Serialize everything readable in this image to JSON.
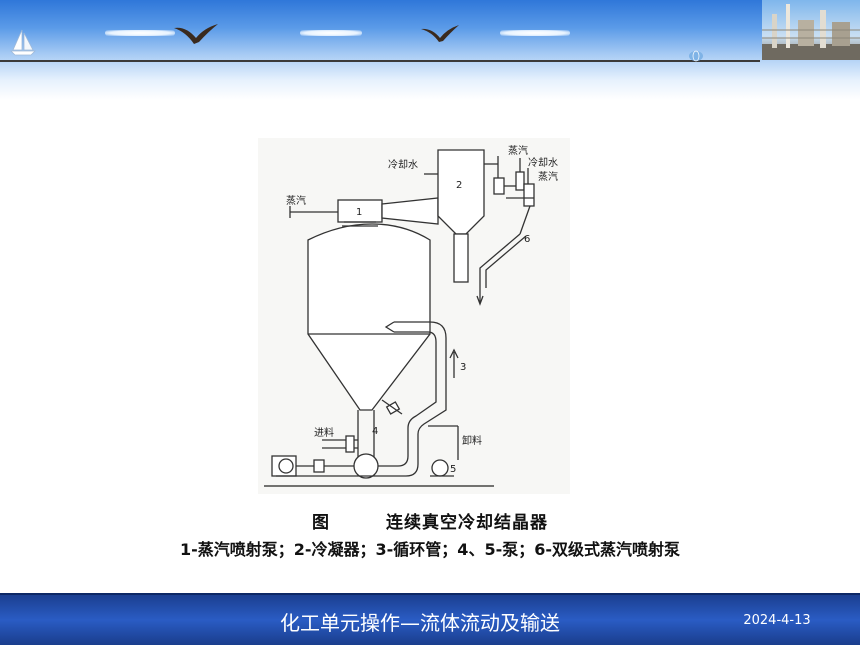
{
  "figure": {
    "labels": {
      "steam_left": "蒸汽",
      "cooling_water_left": "冷却水",
      "steam_right_top": "蒸汽",
      "cooling_water_right": "冷却水",
      "steam_right": "蒸汽",
      "feed": "进料",
      "discharge": "卸料",
      "n1": "1",
      "n2": "2",
      "n3": "3",
      "n4": "4",
      "n5": "5",
      "n6": "6"
    }
  },
  "caption": {
    "prefix": "图",
    "title": "连续真空冷却结晶器",
    "legend": "1-蒸汽喷射泵；2-冷凝器；3-循环管；4、5-泵；6-双级式蒸汽喷射泵"
  },
  "footer": {
    "title": "化工单元操作—流体流动及输送",
    "date": "2024-4-13"
  },
  "colors": {
    "header_blue": "#2f77d9",
    "footer_blue": "#2a5cc4"
  }
}
